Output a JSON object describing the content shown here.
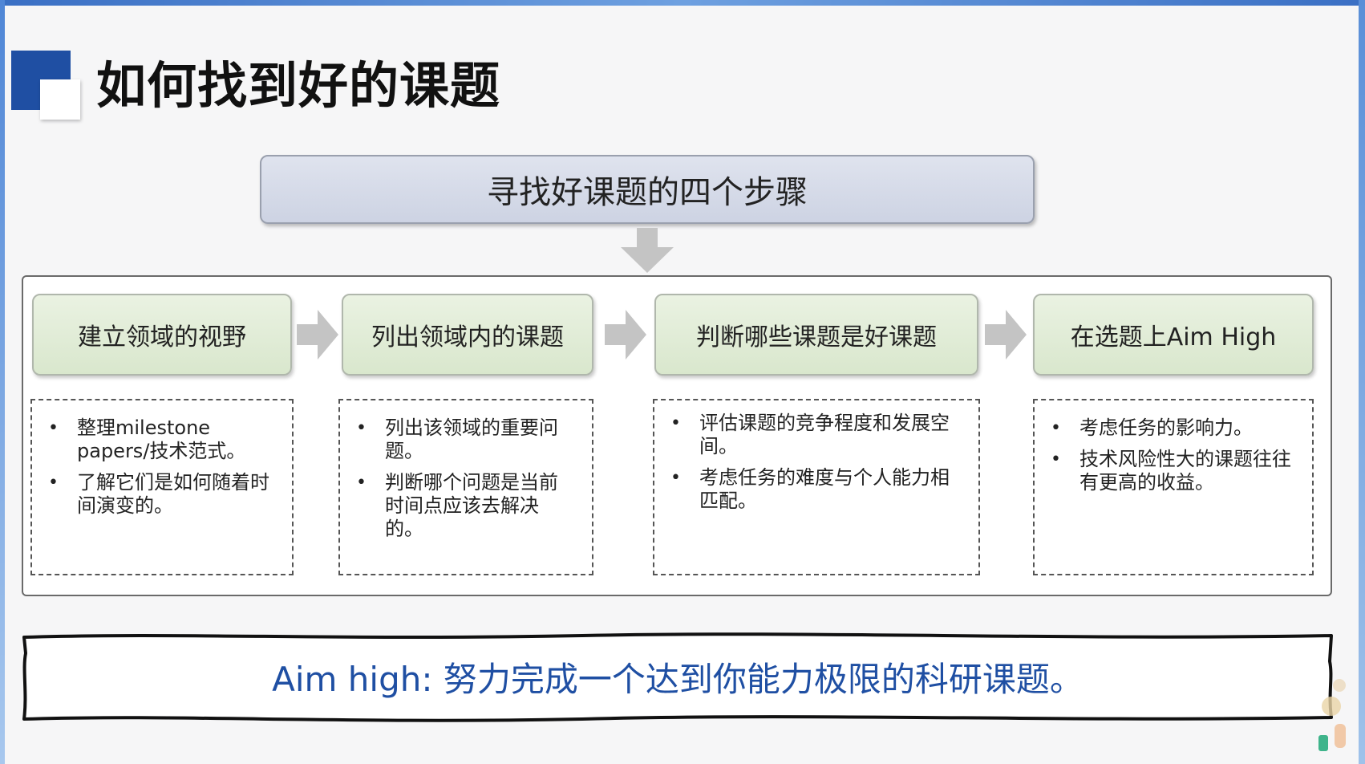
{
  "title": "如何找到好的课题",
  "header": {
    "label": "寻找好课题的四个步骤"
  },
  "steps": [
    {
      "label": "建立领域的视野",
      "bullets": [
        "整理milestone papers/技术范式。",
        "了解它们是如何随着时间演变的。"
      ]
    },
    {
      "label": "列出领域内的课题",
      "bullets": [
        "列出该领域的重要问题。",
        "判断哪个问题是当前时间点应该去解决的。"
      ]
    },
    {
      "label": "判断哪些课题是好课题",
      "bullets": [
        "评估课题的竞争程度和发展空间。",
        "考虑任务的难度与个人能力相匹配。"
      ]
    },
    {
      "label": "在选题上Aim High",
      "bullets": [
        "考虑任务的影响力。",
        "技术风险性大的课题往往有更高的收益。"
      ]
    }
  ],
  "banner": {
    "text": "Aim high: 努力完成一个达到你能力极限的科研课题。"
  },
  "colors": {
    "accent_blue": "#1f4fa3",
    "step_green": "#dfead4",
    "header_gray": "#d6dbe8",
    "arrow_gray": "#c4c4c4"
  }
}
